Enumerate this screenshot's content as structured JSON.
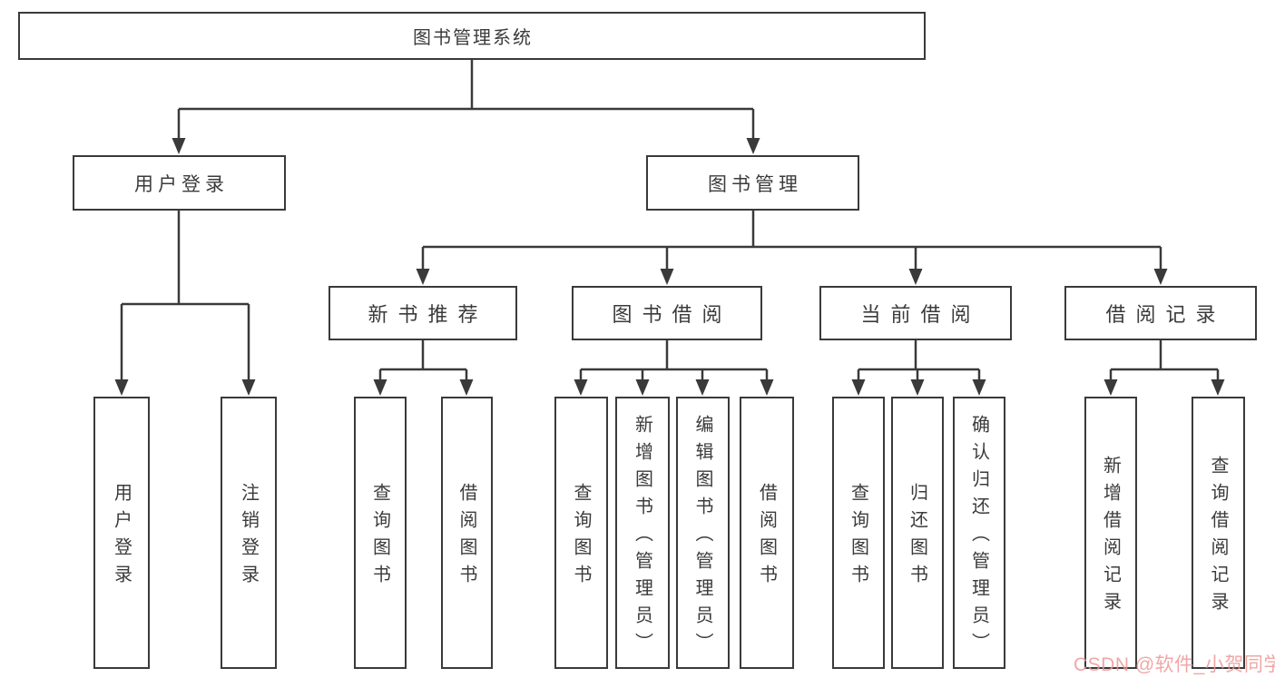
{
  "page": {
    "background": "#ffffff"
  },
  "nodes": {
    "root": "图书管理系统",
    "level2": [
      "用户登录",
      "图书管理"
    ],
    "level3": [
      "新书推荐",
      "图书借阅",
      "当前借阅",
      "借阅记录"
    ],
    "leaves": [
      "用户登录",
      "注销登录",
      "查询图书",
      "借阅图书",
      "查询图书",
      "新增图书（管理员）",
      "编辑图书（管理员）",
      "借阅图书",
      "查询图书",
      "归还图书",
      "确认归还（管理员）",
      "新增借阅记录",
      "查询借阅记录"
    ]
  },
  "hierarchy": {
    "图书管理系统": [
      "用户登录",
      "图书管理"
    ],
    "用户登录": [
      "用户登录",
      "注销登录"
    ],
    "图书管理": [
      "新书推荐",
      "图书借阅",
      "当前借阅",
      "借阅记录"
    ],
    "新书推荐": [
      "查询图书",
      "借阅图书"
    ],
    "图书借阅": [
      "查询图书",
      "新增图书（管理员）",
      "编辑图书（管理员）",
      "借阅图书"
    ],
    "当前借阅": [
      "查询图书",
      "归还图书",
      "确认归还（管理员）"
    ],
    "借阅记录": [
      "新增借阅记录",
      "查询借阅记录"
    ]
  },
  "watermark": {
    "text": "CSDN @软件_小贺同学",
    "color": "#ee9696"
  },
  "colors": {
    "line": "#3a3a3a",
    "text": "#3b3b3b",
    "box_background": "#ffffff"
  }
}
